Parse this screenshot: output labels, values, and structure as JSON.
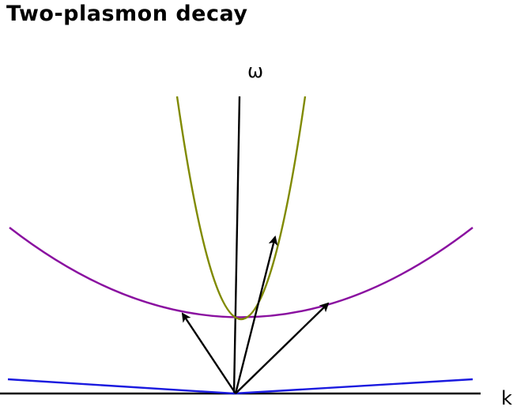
{
  "page": {
    "title": "Two-plasmon decay"
  },
  "diagram": {
    "axis_labels": {
      "omega": "ω",
      "k": "k"
    },
    "colors": {
      "axes": "#000000",
      "light_wave_dispersion": "#808a00",
      "plasmon_dispersion": "#8a10a0",
      "ion_acoustic_dispersion": "#1a1adf",
      "arrows": "#000000"
    }
  }
}
